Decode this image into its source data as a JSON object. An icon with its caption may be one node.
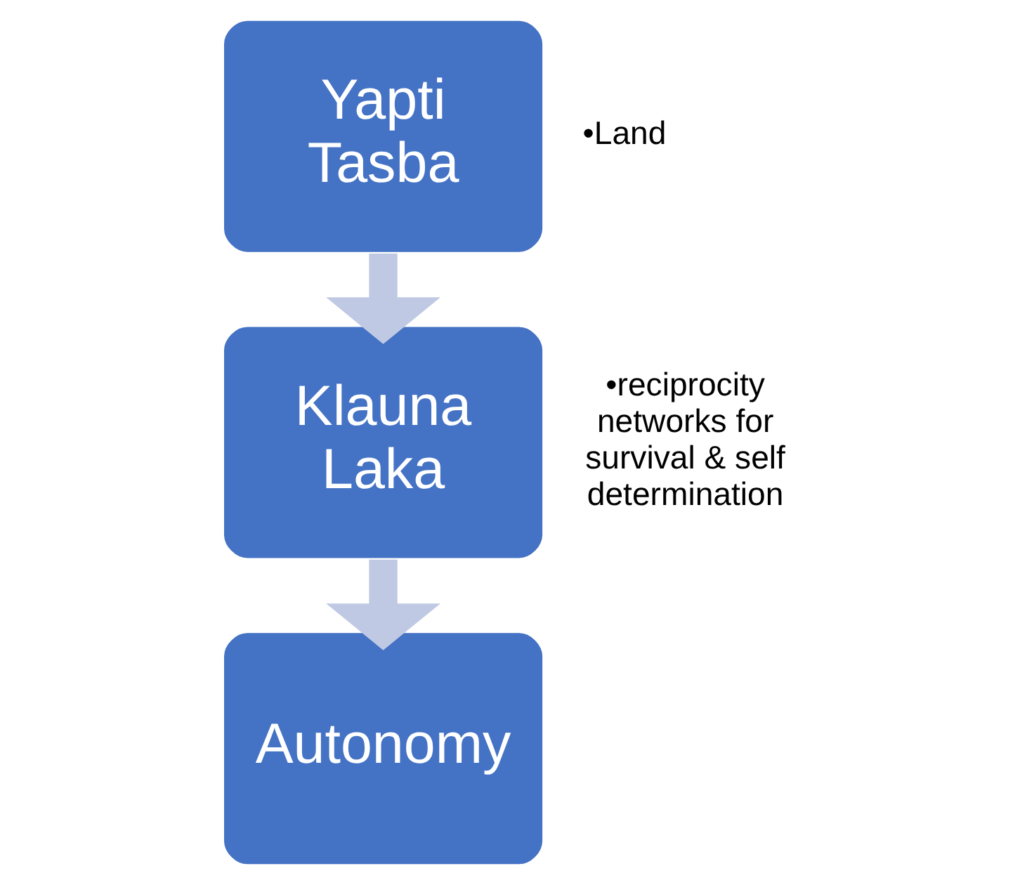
{
  "diagram": {
    "nodes": [
      {
        "text": [
          "Yapti Tasba"
        ],
        "beside": [
          "•Land"
        ]
      },
      {
        "text": [
          "Klauna Laka"
        ],
        "beside": [
          "•reciprocity networks for survival & self determination"
        ]
      },
      {
        "text": [
          "Autonomy"
        ]
      }
    ],
    "edges": [
      {
        "from": 0,
        "to": 1,
        "arrow": "to"
      },
      {
        "from": 1,
        "to": 2,
        "arrow": "to"
      }
    ]
  }
}
